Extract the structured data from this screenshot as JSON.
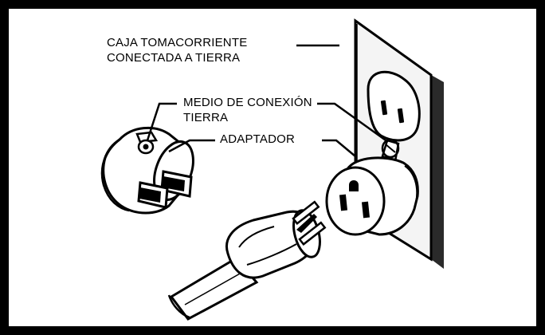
{
  "labels": {
    "grounded_outlet_box": {
      "line1": "CAJA TOMACORRIENTE",
      "line2": "CONECTADA A TIERRA"
    },
    "ground_connection": {
      "line1": "MEDIO DE CONEXIÓN",
      "line2": "TIERRA"
    },
    "adapter": "ADAPTADOR"
  },
  "colors": {
    "ink": "#000000",
    "wall_plate": "#f4f4f4",
    "plate_shadow": "#2a2a2a",
    "background": "#ffffff"
  }
}
